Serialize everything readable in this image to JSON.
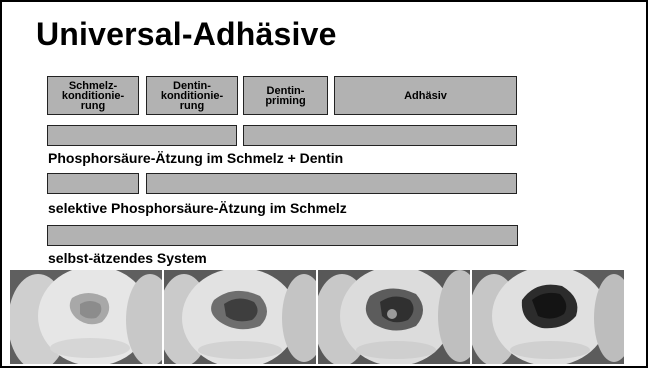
{
  "title": "Universal-Adhäsive",
  "steps": [
    "Schmelz-\nkonditionie-\nrung",
    "Dentin-\nkonditionie-\nrung",
    "Dentin-\npriming",
    "Adhäsiv"
  ],
  "systems": [
    {
      "label": "Phosphorsäure-Ätzung im Schmelz  +  Dentin"
    },
    {
      "label": "selektive Phosphorsäure-Ätzung im Schmelz"
    },
    {
      "label": "selbst-ätzendes System"
    }
  ],
  "photos": [
    {
      "name": "tooth-photo-1"
    },
    {
      "name": "tooth-photo-2"
    },
    {
      "name": "tooth-photo-3"
    },
    {
      "name": "tooth-photo-4"
    }
  ]
}
